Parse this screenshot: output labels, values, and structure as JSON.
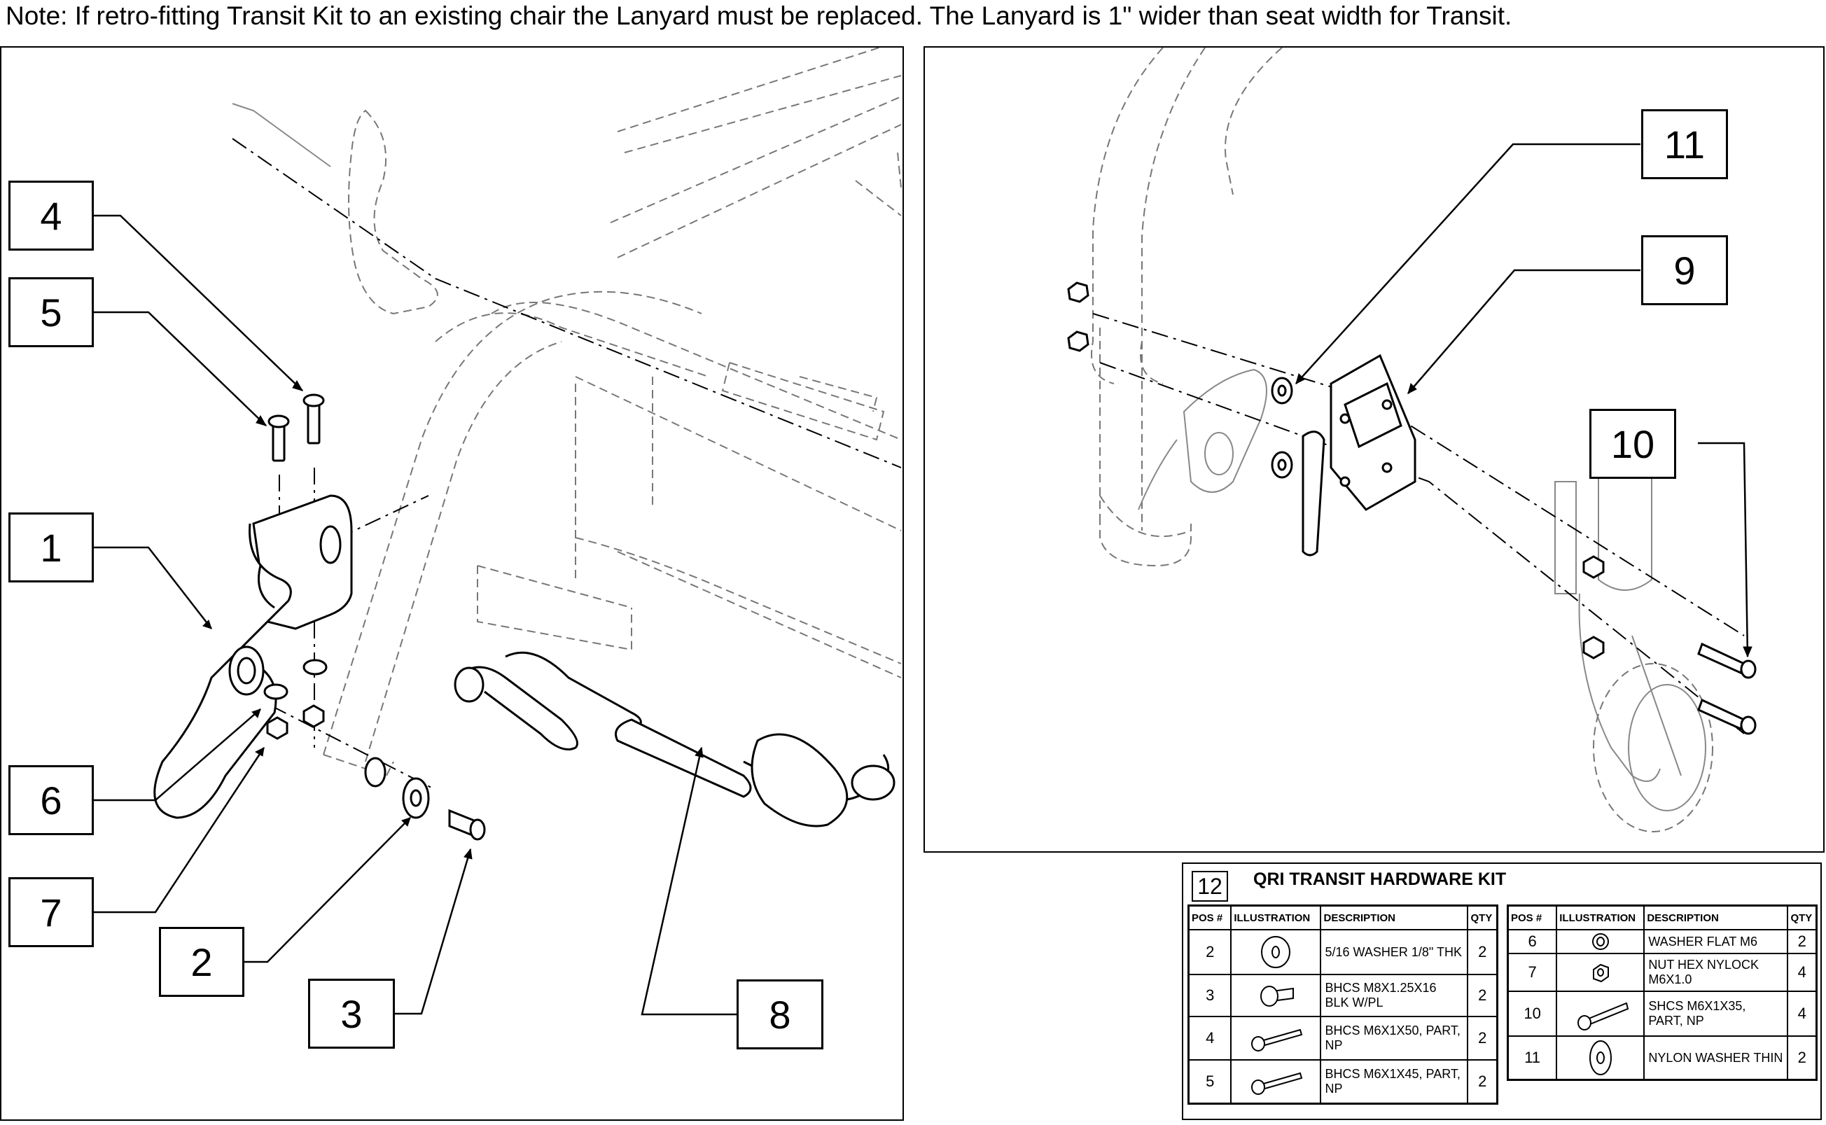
{
  "note": "Note: If retro-fitting Transit Kit to an existing chair the Lanyard must be replaced. The Lanyard is 1\" wider than seat width for Transit.",
  "callouts": {
    "c1": "1",
    "c2": "2",
    "c3": "3",
    "c4": "4",
    "c5": "5",
    "c6": "6",
    "c7": "7",
    "c8": "8",
    "c9": "9",
    "c10": "10",
    "c11": "11"
  },
  "kit": {
    "number": "12",
    "title": "QRI TRANSIT HARDWARE KIT",
    "headers": {
      "pos": "POS #",
      "illustration": "ILLUSTRATION",
      "description": "DESCRIPTION",
      "qty": "QTY"
    },
    "left_rows": [
      {
        "pos": "2",
        "icon": "washer-icon",
        "description": "5/16 WASHER 1/8\" THK",
        "qty": "2"
      },
      {
        "pos": "3",
        "icon": "button-head-screw-short-icon",
        "description": "BHCS M8X1.25X16 BLK W/PL",
        "qty": "2"
      },
      {
        "pos": "4",
        "icon": "button-head-screw-long-icon",
        "description": "BHCS M6X1X50, PART, NP",
        "qty": "2"
      },
      {
        "pos": "5",
        "icon": "button-head-screw-long-icon",
        "description": "BHCS M6X1X45, PART, NP",
        "qty": "2"
      }
    ],
    "right_rows": [
      {
        "pos": "6",
        "icon": "flat-washer-icon",
        "description": "WASHER FLAT M6",
        "qty": "2"
      },
      {
        "pos": "7",
        "icon": "hex-nut-icon",
        "description": "NUT HEX NYLOCK M6X1.0",
        "qty": "4"
      },
      {
        "pos": "10",
        "icon": "socket-head-screw-icon",
        "description": "SHCS M6X1X35, PART, NP",
        "qty": "4"
      },
      {
        "pos": "11",
        "icon": "nylon-washer-icon",
        "description": "NYLON WASHER THIN",
        "qty": "2"
      }
    ]
  }
}
